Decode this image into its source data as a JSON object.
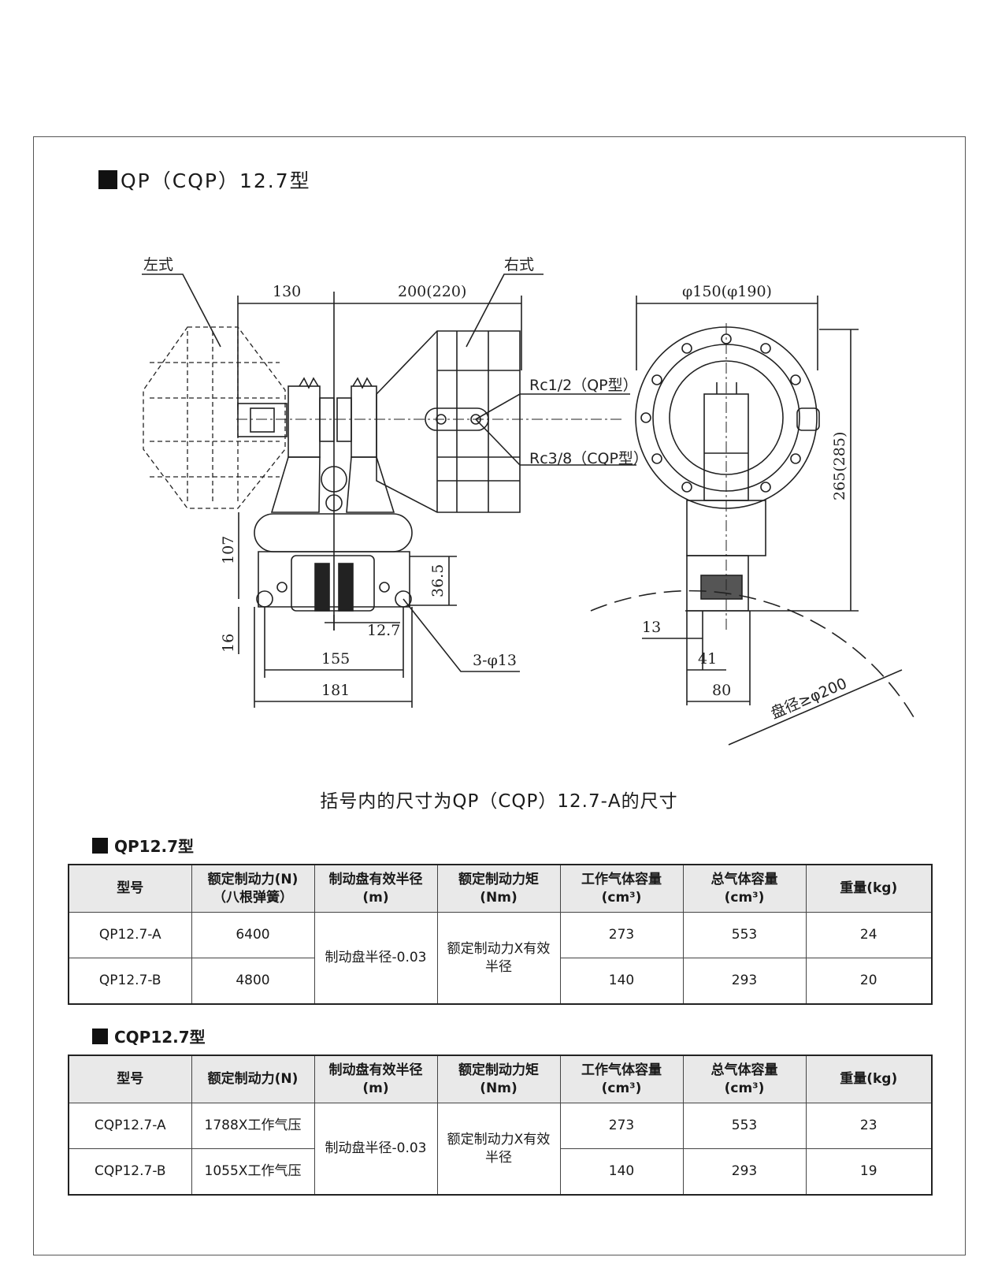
{
  "header": {
    "title": "QP（CQP）12.7型"
  },
  "drawing": {
    "labels": {
      "left_style": "左式",
      "right_style": "右式",
      "rc_qp": "Rc1/2（QP型）",
      "rc_cqp": "Rc3/8（CQP型）",
      "holes": "3-φ13",
      "disc": "盘径≥φ200"
    },
    "dims": {
      "d130": "130",
      "d200": "200(220)",
      "d107": "107",
      "d16": "16",
      "d36": "36.5",
      "d12": "12.7",
      "d155": "155",
      "d181": "181",
      "dphi": "φ150(φ190)",
      "d265": "265(285)",
      "d13": "13",
      "d41": "41",
      "d80": "80"
    }
  },
  "note": "括号内的尺寸为QP（CQP）12.7-A的尺寸",
  "qp_table": {
    "title": "QP12.7型",
    "headers": [
      {
        "l1": "型号",
        "l2": ""
      },
      {
        "l1": "额定制动力(N)",
        "l2": "（八根弹簧）"
      },
      {
        "l1": "制动盘有效半径",
        "l2": "(m)"
      },
      {
        "l1": "额定制动力矩",
        "l2": "(Nm)"
      },
      {
        "l1": "工作气体容量",
        "l2": "(cm³)"
      },
      {
        "l1": "总气体容量",
        "l2": "(cm³)"
      },
      {
        "l1": "重量(kg)",
        "l2": ""
      }
    ],
    "rows": [
      {
        "model": "QP12.7-A",
        "force": "6400",
        "work_gas": "273",
        "total_gas": "553",
        "weight": "24"
      },
      {
        "model": "QP12.7-B",
        "force": "4800",
        "work_gas": "140",
        "total_gas": "293",
        "weight": "20"
      }
    ],
    "radius": "制动盘半径-0.03",
    "torque": "额定制动力X有效半径"
  },
  "cqp_table": {
    "title": "CQP12.7型",
    "headers": [
      {
        "l1": "型号",
        "l2": ""
      },
      {
        "l1": "额定制动力(N)",
        "l2": ""
      },
      {
        "l1": "制动盘有效半径",
        "l2": "(m)"
      },
      {
        "l1": "额定制动力矩",
        "l2": "(Nm)"
      },
      {
        "l1": "工作气体容量",
        "l2": "(cm³)"
      },
      {
        "l1": "总气体容量",
        "l2": "(cm³)"
      },
      {
        "l1": "重量(kg)",
        "l2": ""
      }
    ],
    "rows": [
      {
        "model": "CQP12.7-A",
        "force": "1788X工作气压",
        "work_gas": "273",
        "total_gas": "553",
        "weight": "23"
      },
      {
        "model": "CQP12.7-B",
        "force": "1055X工作气压",
        "work_gas": "140",
        "total_gas": "293",
        "weight": "19"
      }
    ],
    "radius": "制动盘半径-0.03",
    "torque": "额定制动力X有效半径"
  }
}
